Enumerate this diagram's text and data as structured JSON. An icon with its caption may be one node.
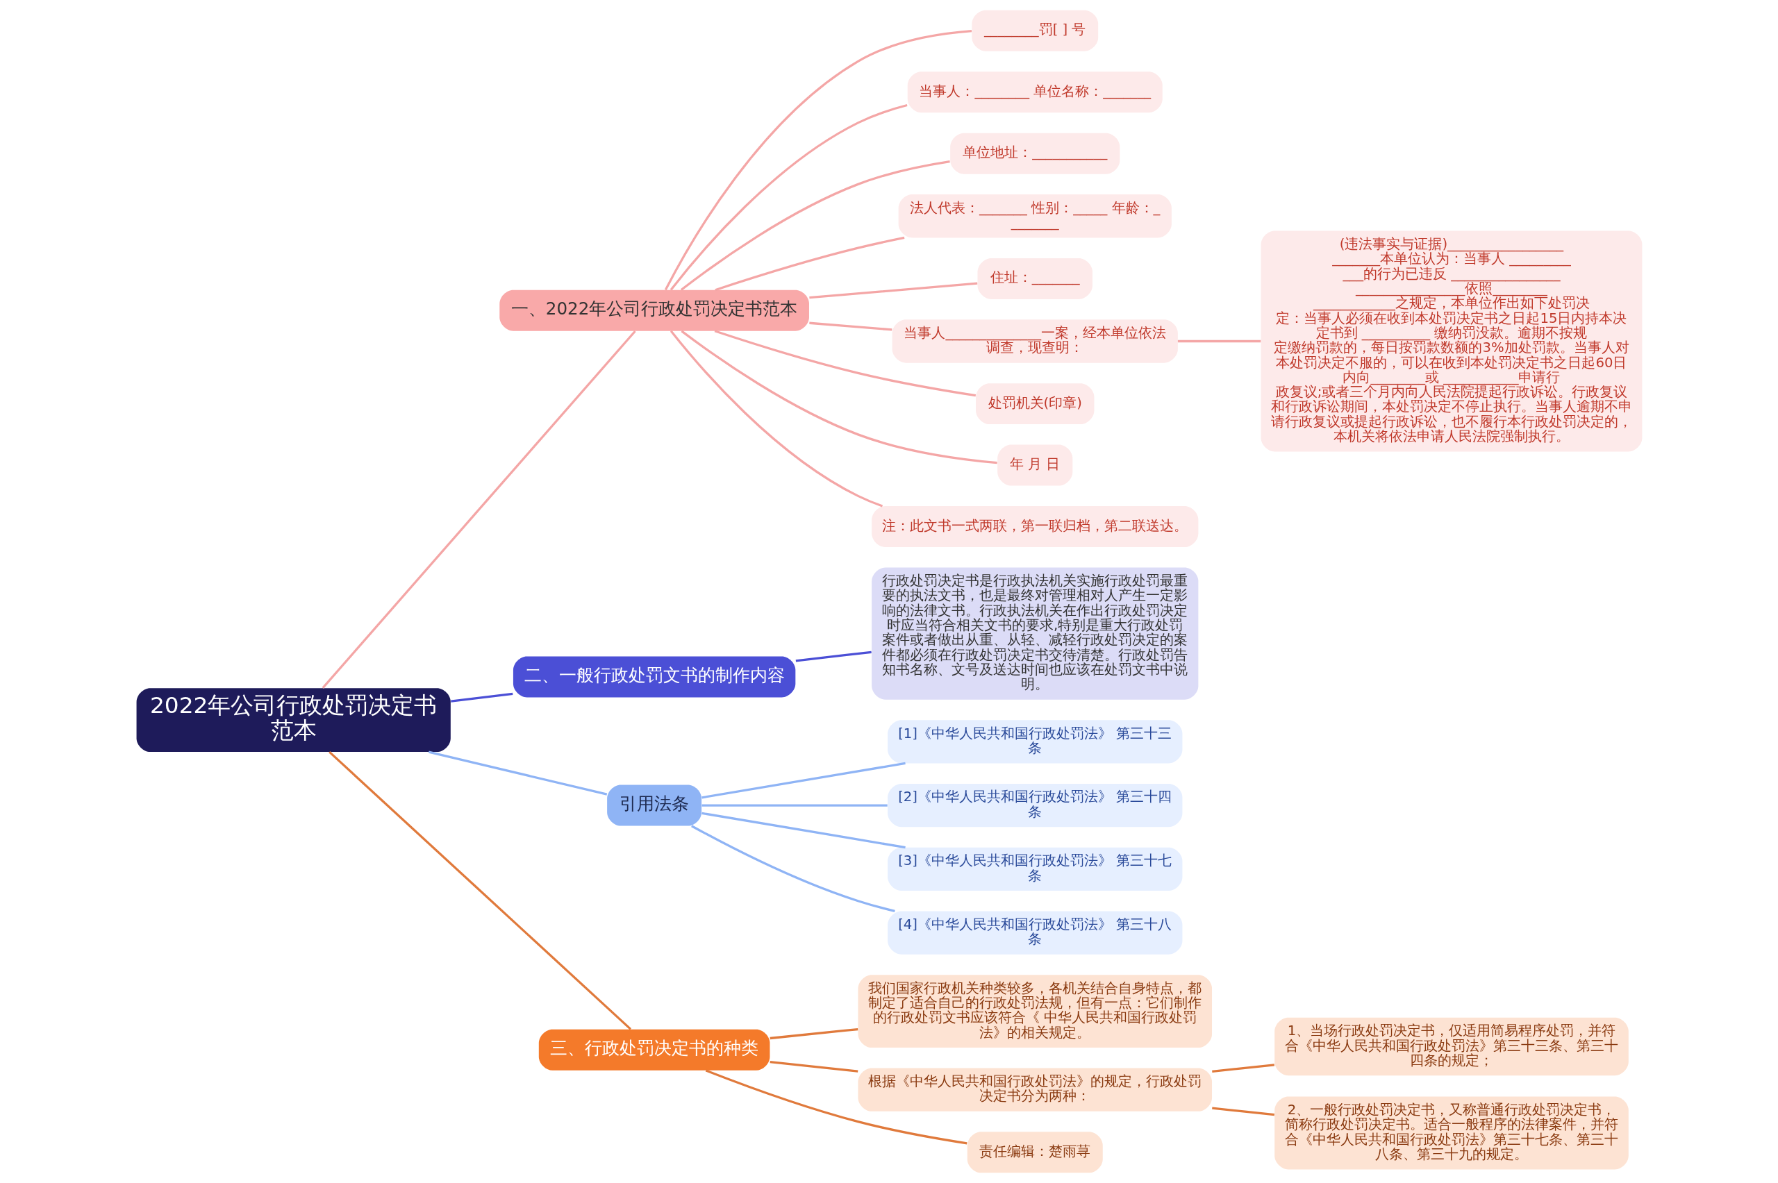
{
  "diagram": {
    "nodes": [
      {
        "text": [
          "2022年公司行政处罚决定书范本"
        ]
      },
      {
        "text": [
          "一、2022年公司行政处罚决定书范本"
        ]
      },
      {
        "text": [
          "________罚[ ] 号"
        ]
      },
      {
        "text": [
          "当事人：________ 单位名称：_______"
        ]
      },
      {
        "text": [
          "单位地址：___________"
        ]
      },
      {
        "text": [
          "法人代表：_______ 性别：_____ 年龄：________"
        ]
      },
      {
        "text": [
          "住址：_______"
        ]
      },
      {
        "text": [
          "当事人______________一案，经本单位依法调查，现查明："
        ]
      },
      {
        "text": [
          "(违法事实与证据)________________________本单位认为：当事人 ____________的行为已违反 ________________________________依照____________________之规定，本单位作出如下处罚决定：当事人必须在收到本处罚决定书之日起15日内持本决定书到 __________ 缴纳罚没款。逾期不按规定缴纳罚款的，每日按罚款数额的3%加处罚款。当事人对本处罚决定不服的，可以在收到本处罚决定书之日起60日内向________或 ___________申请行政复议;或者三个月内向人民法院提起行政诉讼。行政复议和行政诉讼期间，本处罚决定不停止执行。当事人逾期不申请行政复议或提起行政诉讼，也不履行本行政处罚决定的，本机关将依法申请人民法院强制执行。"
        ]
      },
      {
        "text": [
          "处罚机关(印章)"
        ]
      },
      {
        "text": [
          "年 月 日"
        ]
      },
      {
        "text": [
          "注：此文书一式两联，第一联归档，第二联送达。"
        ]
      },
      {
        "text": [
          "二、一般行政处罚文书的制作内容"
        ]
      },
      {
        "text": [
          "行政处罚决定书是行政执法机关实施行政处罚最重要的执法文书，也是最终对管理相对人产生一定影响的法律文书。行政执法机关在作出行政处罚决定时应当符合相关文书的要求,特别是重大行政处罚案件或者做出从重、从轻、减轻行政处罚决定的案件都必须在行政处罚决定书交待清楚。行政处罚告知书名称、文号及送达时间也应该在处罚文书中说明。"
        ]
      },
      {
        "text": [
          "引用法条"
        ]
      },
      {
        "text": [
          "[1]《中华人民共和国行政处罚法》 第三十三条"
        ]
      },
      {
        "text": [
          "[2]《中华人民共和国行政处罚法》 第三十四条"
        ]
      },
      {
        "text": [
          "[3]《中华人民共和国行政处罚法》 第三十七条"
        ]
      },
      {
        "text": [
          "[4]《中华人民共和国行政处罚法》 第三十八条"
        ]
      },
      {
        "text": [
          "三、行政处罚决定书的种类"
        ]
      },
      {
        "text": [
          "我们国家行政机关种类较多，各机关结合自身特点，都制定了适合自己的行政处罚法规，但有一点：它们制作的行政处罚文书应该符合《 中华人民共和国行政处罚法》的相关规定。"
        ]
      },
      {
        "text": [
          "根据《中华人民共和国行政处罚法》的规定，行政处罚决定书分为两种："
        ]
      },
      {
        "text": [
          "1、当场行政处罚决定书，仅适用简易程序处罚，并符合《中华人民共和国行政处罚法》第三十三条、第三十四条的规定；"
        ]
      },
      {
        "text": [
          "2、一般行政处罚决定书，又称普通行政处罚决定书，简称行政处罚决定书。适合一般程序的法律案件，并符合《中华人民共和国行政处罚法》第三十七条、第三十八条、第三十九的规定。"
        ]
      },
      {
        "text": [
          "责任编辑：楚雨荨"
        ]
      }
    ],
    "edges": [
      {
        "from": 0,
        "to": 1,
        "arrow": "none"
      },
      {
        "from": 1,
        "to": 2,
        "arrow": "none"
      },
      {
        "from": 1,
        "to": 3,
        "arrow": "none"
      },
      {
        "from": 1,
        "to": 4,
        "arrow": "none"
      },
      {
        "from": 1,
        "to": 5,
        "arrow": "none"
      },
      {
        "from": 1,
        "to": 6,
        "arrow": "none"
      },
      {
        "from": 1,
        "to": 7,
        "arrow": "none"
      },
      {
        "from": 7,
        "to": 8,
        "arrow": "none"
      },
      {
        "from": 1,
        "to": 9,
        "arrow": "none"
      },
      {
        "from": 1,
        "to": 10,
        "arrow": "none"
      },
      {
        "from": 1,
        "to": 11,
        "arrow": "none"
      },
      {
        "from": 0,
        "to": 12,
        "arrow": "none",
        "color": "#4b4fd6"
      },
      {
        "from": 12,
        "to": 13,
        "arrow": "none",
        "color": "#4b4fd6"
      },
      {
        "from": 0,
        "to": 14,
        "arrow": "none",
        "color": "#8fb4f5"
      },
      {
        "from": 14,
        "to": 15,
        "arrow": "none",
        "color": "#8fb4f5"
      },
      {
        "from": 14,
        "to": 16,
        "arrow": "none",
        "color": "#8fb4f5"
      },
      {
        "from": 14,
        "to": 17,
        "arrow": "none",
        "color": "#8fb4f5"
      },
      {
        "from": 14,
        "to": 18,
        "arrow": "none",
        "color": "#8fb4f5"
      },
      {
        "from": 0,
        "to": 19,
        "arrow": "none",
        "color": "#e07a3c"
      },
      {
        "from": 19,
        "to": 20,
        "arrow": "none",
        "color": "#e07a3c"
      },
      {
        "from": 19,
        "to": 21,
        "arrow": "none",
        "color": "#e07a3c"
      },
      {
        "from": 21,
        "to": 22,
        "arrow": "none",
        "color": "#e07a3c"
      },
      {
        "from": 21,
        "to": 23,
        "arrow": "none",
        "color": "#e07a3c"
      },
      {
        "from": 19,
        "to": 24,
        "arrow": "none",
        "color": "#e07a3c"
      }
    ]
  }
}
